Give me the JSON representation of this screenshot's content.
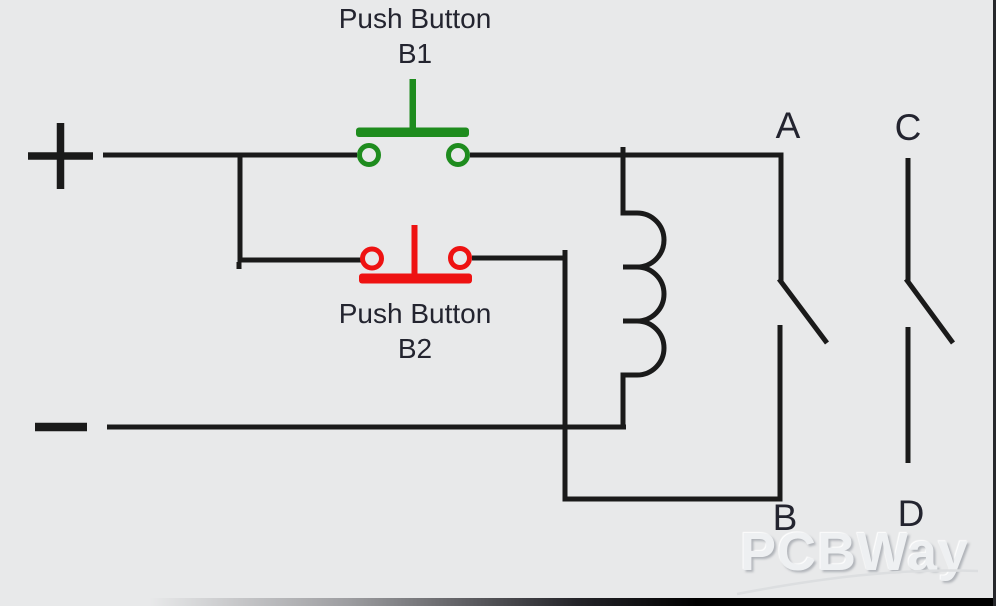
{
  "colors": {
    "background": "#e8e9ea",
    "wire": "#1a1a1a",
    "text": "#23242f",
    "b1_green": "#1e8c1e",
    "b2_red": "#ee1212",
    "watermark_gray": "#eef0f2"
  },
  "components": {
    "supply_positive": {
      "symbol": "+"
    },
    "supply_negative": {
      "symbol": "−"
    },
    "push_button_b1": {
      "label": "Push Button",
      "designator": "B1",
      "color": "#1e8c1e",
      "contact_type": "normally open"
    },
    "push_button_b2": {
      "label": "Push Button",
      "designator": "B2",
      "color": "#ee1212",
      "contact_type": "normally closed"
    },
    "relay_coil": {
      "turns": 3
    },
    "contact_ab": {
      "top_label": "A",
      "bottom_label": "B",
      "state": "open"
    },
    "contact_cd": {
      "top_label": "C",
      "bottom_label": "D",
      "state": "open"
    }
  },
  "watermark": {
    "text": "PCBWay"
  }
}
